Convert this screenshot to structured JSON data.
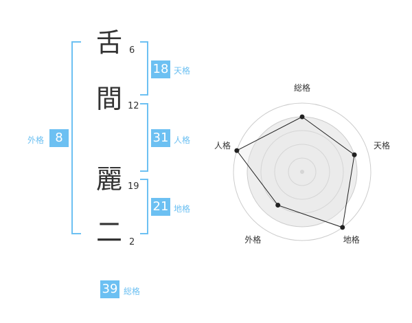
{
  "name": {
    "characters": [
      {
        "char": "舌",
        "strokes": "6"
      },
      {
        "char": "間",
        "strokes": "12"
      },
      {
        "char": "麗",
        "strokes": "19"
      },
      {
        "char": "二",
        "strokes": "2"
      }
    ]
  },
  "fortune": {
    "tenkaku": {
      "value": "18",
      "label": "天格"
    },
    "jinkaku": {
      "value": "31",
      "label": "人格"
    },
    "chikaku": {
      "value": "21",
      "label": "地格"
    },
    "gaikaku": {
      "value": "8",
      "label": "外格"
    },
    "soukaku": {
      "value": "39",
      "label": "総格"
    }
  },
  "colors": {
    "accent": "#6cc0f2",
    "text": "#333333",
    "grid": "#cccccc",
    "fill": "#eeeeee",
    "line": "#222222"
  },
  "chart_data": {
    "type": "radar",
    "axes": [
      "総格",
      "天格",
      "地格",
      "外格",
      "人格"
    ],
    "values": [
      4,
      4,
      5,
      3,
      5
    ],
    "max": 5,
    "rings": 5
  }
}
